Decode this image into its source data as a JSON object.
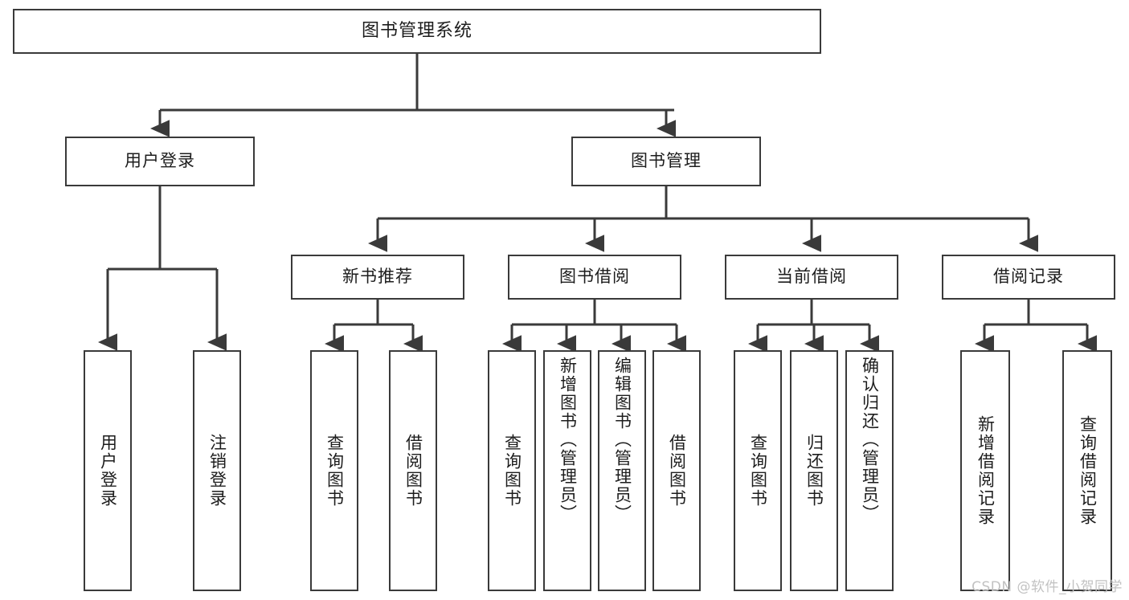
{
  "diagram": {
    "title": "图书管理系统",
    "type": "tree",
    "orientation": "top-down",
    "style": {
      "background": "#ffffff",
      "box_border": "#3a3a3a",
      "box_fill": "#ffffff",
      "text_color": "#1d1d1d",
      "connector_color": "#3a3a3a",
      "watermark_color": "#c2c2c2"
    },
    "root": {
      "label": "图书管理系统"
    },
    "level2": [
      {
        "label": "用户登录"
      },
      {
        "label": "图书管理"
      }
    ],
    "level3": [
      {
        "label": "新书推荐"
      },
      {
        "label": "图书借阅"
      },
      {
        "label": "当前借阅"
      },
      {
        "label": "借阅记录"
      }
    ],
    "leaves": {
      "user_login": [
        {
          "label": "用户登录",
          "vertical": true
        },
        {
          "label": "注销登录",
          "vertical": true
        }
      ],
      "new_book_recommend": [
        {
          "label": "查询图书",
          "vertical": true
        },
        {
          "label": "借阅图书",
          "vertical": true
        }
      ],
      "book_borrow": [
        {
          "label": "查询图书",
          "vertical": true
        },
        {
          "label": "新增图书（管理员）",
          "vertical": true
        },
        {
          "label": "编辑图书（管理员）",
          "vertical": true
        },
        {
          "label": "借阅图书",
          "vertical": true
        }
      ],
      "current_borrow": [
        {
          "label": "查询图书",
          "vertical": true
        },
        {
          "label": "归还图书",
          "vertical": true
        },
        {
          "label": "确认归还（管理员）",
          "vertical": true
        }
      ],
      "borrow_record": [
        {
          "label": "新增借阅记录",
          "vertical": true
        },
        {
          "label": "查询借阅记录",
          "vertical": true
        }
      ]
    },
    "watermark": "CSDN @软件_小贺同学"
  }
}
